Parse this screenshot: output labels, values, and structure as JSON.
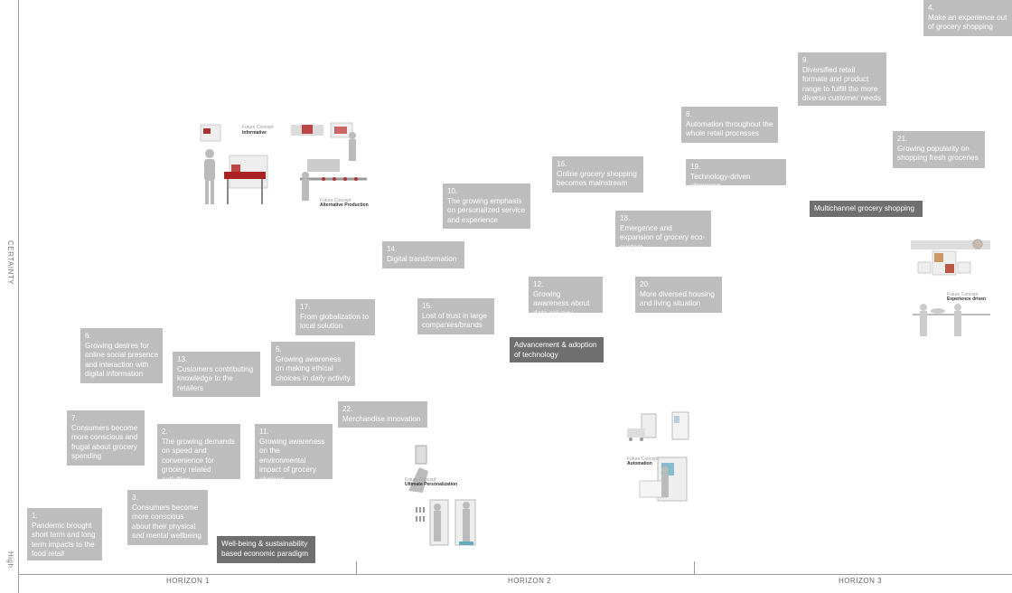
{
  "axes": {
    "y_label": "CERTAINTY",
    "y_low_label": "High",
    "horizons": [
      "HORIZON 1",
      "HORIZON 2",
      "HORIZON 3"
    ]
  },
  "cards": [
    {
      "num": "1.",
      "text": "Pandemic brought short term and long term impacts to the food retail"
    },
    {
      "num": "2.",
      "text": "The growing demands on speed and convenience for grocery related activities"
    },
    {
      "num": "3.",
      "text": "Consumers become more conscious about their physical and mental wellbeing"
    },
    {
      "num": "4.",
      "text": "Make an experience out of grocery shopping"
    },
    {
      "num": "5.",
      "text": "Growing awareness on making ethical choices in daily activity"
    },
    {
      "num": "6.",
      "text": "Growing desires for online social presence and interaction with digital information"
    },
    {
      "num": "7.",
      "text": "Consumers become more conscious and frugal about grocery spending"
    },
    {
      "num": "8.",
      "text": "Automation throughout the whole retail processes"
    },
    {
      "num": "9.",
      "text": "Diversified retail formate and product range to fulfill the more diverse customer needs"
    },
    {
      "num": "10.",
      "text": "The growing emphasis on personalized service and experience"
    },
    {
      "num": "11.",
      "text": "Growing awareness on the environmental impact of grocery choices"
    },
    {
      "num": "12.",
      "text": "Growing awareness about data privacy"
    },
    {
      "num": "13.",
      "text": "Customers contributing knowledge to the retailers"
    },
    {
      "num": "14.",
      "text": "Digital transformation"
    },
    {
      "num": "15.",
      "text": "Lost of trust in large companies/brands"
    },
    {
      "num": "16.",
      "text": "Online grocery shopping becomes mainstream"
    },
    {
      "num": "17.",
      "text": "From globalization to local solution"
    },
    {
      "num": "18.",
      "text": "Emergence and expansion of grocery eco-system"
    },
    {
      "num": "19.",
      "text": "Technology-driven shopping"
    },
    {
      "num": "20.",
      "text": "More diversed housing and living situation"
    },
    {
      "num": "21.",
      "text": "Growing popularity on shopping fresh groceries"
    },
    {
      "num": "22.",
      "text": "Merchandise innovation"
    }
  ],
  "themes": [
    {
      "text": "Well-being & sustainability based economic paradigm"
    },
    {
      "text": "Advancement & adoption of technology"
    },
    {
      "text": "Multichannel grocery shopping"
    }
  ],
  "illustrations": [
    {
      "caption": "Informative",
      "sub": "Future Concept"
    },
    {
      "caption": "Alternative Production",
      "sub": "Future Concept"
    },
    {
      "caption": "Ultimate Personalization",
      "sub": "Future Concept"
    },
    {
      "caption": "Automation",
      "sub": "Future Concept"
    },
    {
      "caption": "Experience driven",
      "sub": "Future Concept"
    }
  ],
  "colors": {
    "card": "#bdbdbd",
    "theme_card": "#6f6f6f",
    "axis": "#9a9a9a"
  }
}
